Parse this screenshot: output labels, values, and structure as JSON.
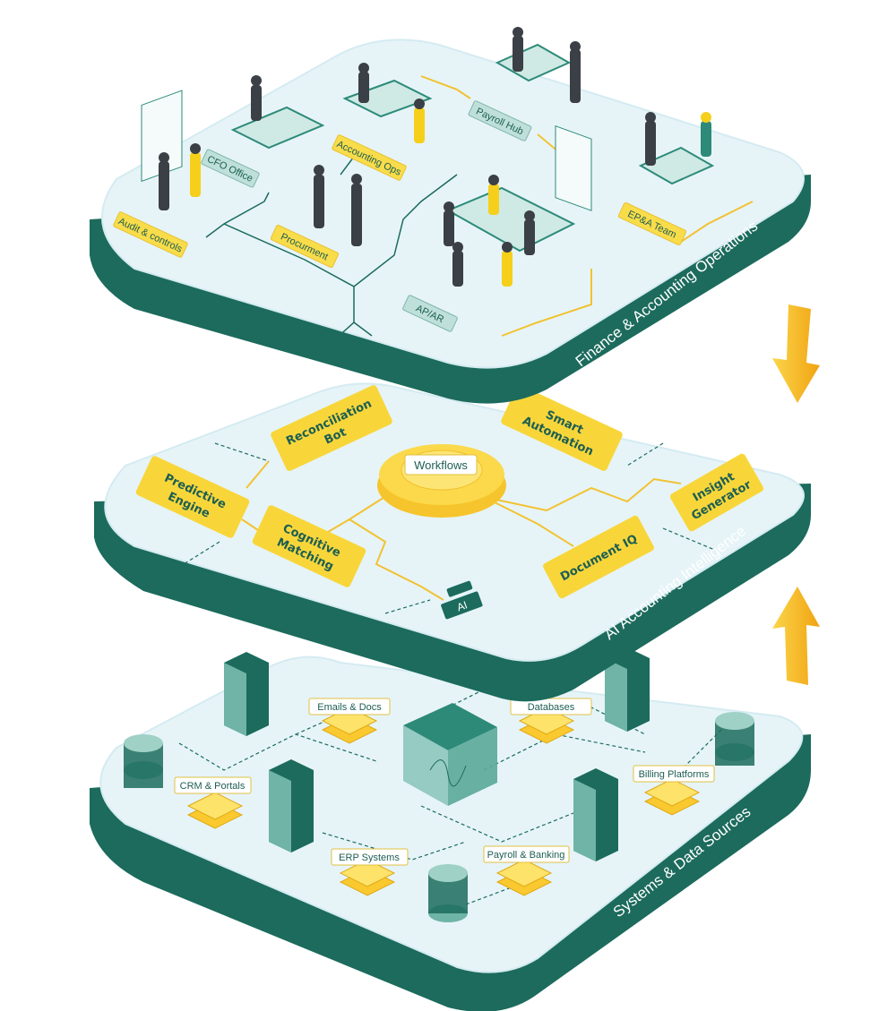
{
  "layers": {
    "top": {
      "title": "Finance & Accounting Operations",
      "zones": {
        "audit": "Audit & controls",
        "cfo": "CFO Office",
        "accounting_ops": "Accounting Ops",
        "payroll_hub": "Payroll Hub",
        "procurement": "Procurment",
        "epa_team": "EP&A Team",
        "apar": "AP/AR"
      }
    },
    "middle": {
      "title": "AI Accounting Intelligence",
      "hub": "Workflows",
      "modules": {
        "reconciliation": [
          "Reconciliation",
          "Bot"
        ],
        "smart_automation": [
          "Smart",
          "Automation"
        ],
        "predictive": [
          "Predictive",
          "Engine"
        ],
        "insight": [
          "Insight",
          "Generator"
        ],
        "cognitive": [
          "Cognitive",
          "Matching"
        ],
        "document": "Document IQ"
      },
      "chip": "AI"
    },
    "bottom": {
      "title": "Systems & Data Sources",
      "sources": {
        "emails": "Emails & Docs",
        "databases": "Databases",
        "crm": "CRM & Portals",
        "billing": "Billing Platforms",
        "erp": "ERP Systems",
        "payroll_banking": "Payroll & Banking"
      }
    }
  },
  "colors": {
    "primary": "#1c6b5d",
    "accent": "#f9dc4a",
    "surface": "#e6f4f8",
    "arrow": "#f6b81c"
  }
}
